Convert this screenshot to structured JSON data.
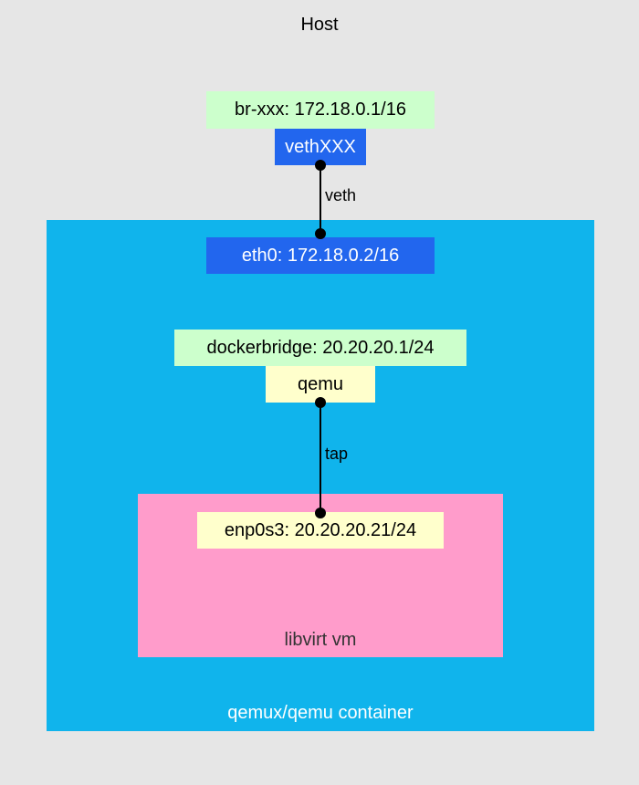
{
  "host": {
    "label": "Host"
  },
  "container": {
    "label": "qemux/qemu container"
  },
  "vm": {
    "label": "libvirt vm"
  },
  "interfaces": {
    "bridge_host": "br-xxx: 172.18.0.1/16",
    "veth_host": "vethXXX",
    "eth0": "eth0: 172.18.0.2/16",
    "dockerbridge": "dockerbridge: 20.20.20.1/24",
    "qemu": "qemu",
    "enp0s3": "enp0s3: 20.20.20.21/24"
  },
  "links": {
    "veth": "veth",
    "tap": "tap"
  },
  "colors": {
    "host_bg": "#e6e6e6",
    "container_bg": "#10b4ec",
    "vm_bg": "#ff9ccb",
    "bridge_bg": "#ccffcc",
    "interface_blue": "#2266ee",
    "interface_yellow": "#ffffcc"
  }
}
